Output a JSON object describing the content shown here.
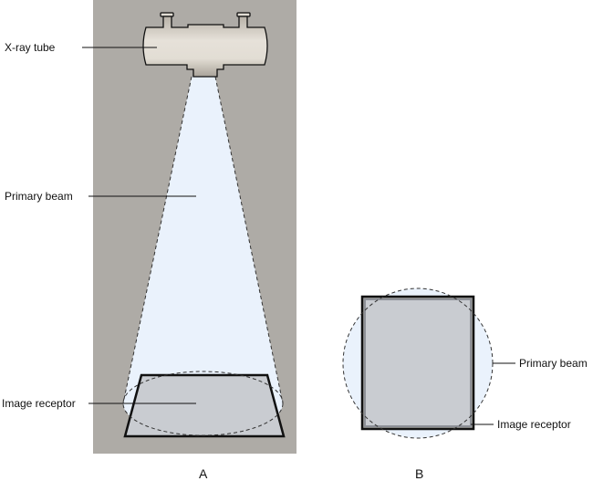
{
  "panel_a": {
    "caption": "A",
    "labels": {
      "tube": "X-ray tube",
      "beam": "Primary beam",
      "receptor": "Image receptor"
    }
  },
  "panel_b": {
    "caption": "B",
    "labels": {
      "beam": "Primary beam",
      "receptor": "Image receptor"
    }
  },
  "colors": {
    "background": "#aeaba6",
    "beam": "#eaf2fc",
    "receptor": "#c9ccd1",
    "tube": "#e2ddd4"
  }
}
